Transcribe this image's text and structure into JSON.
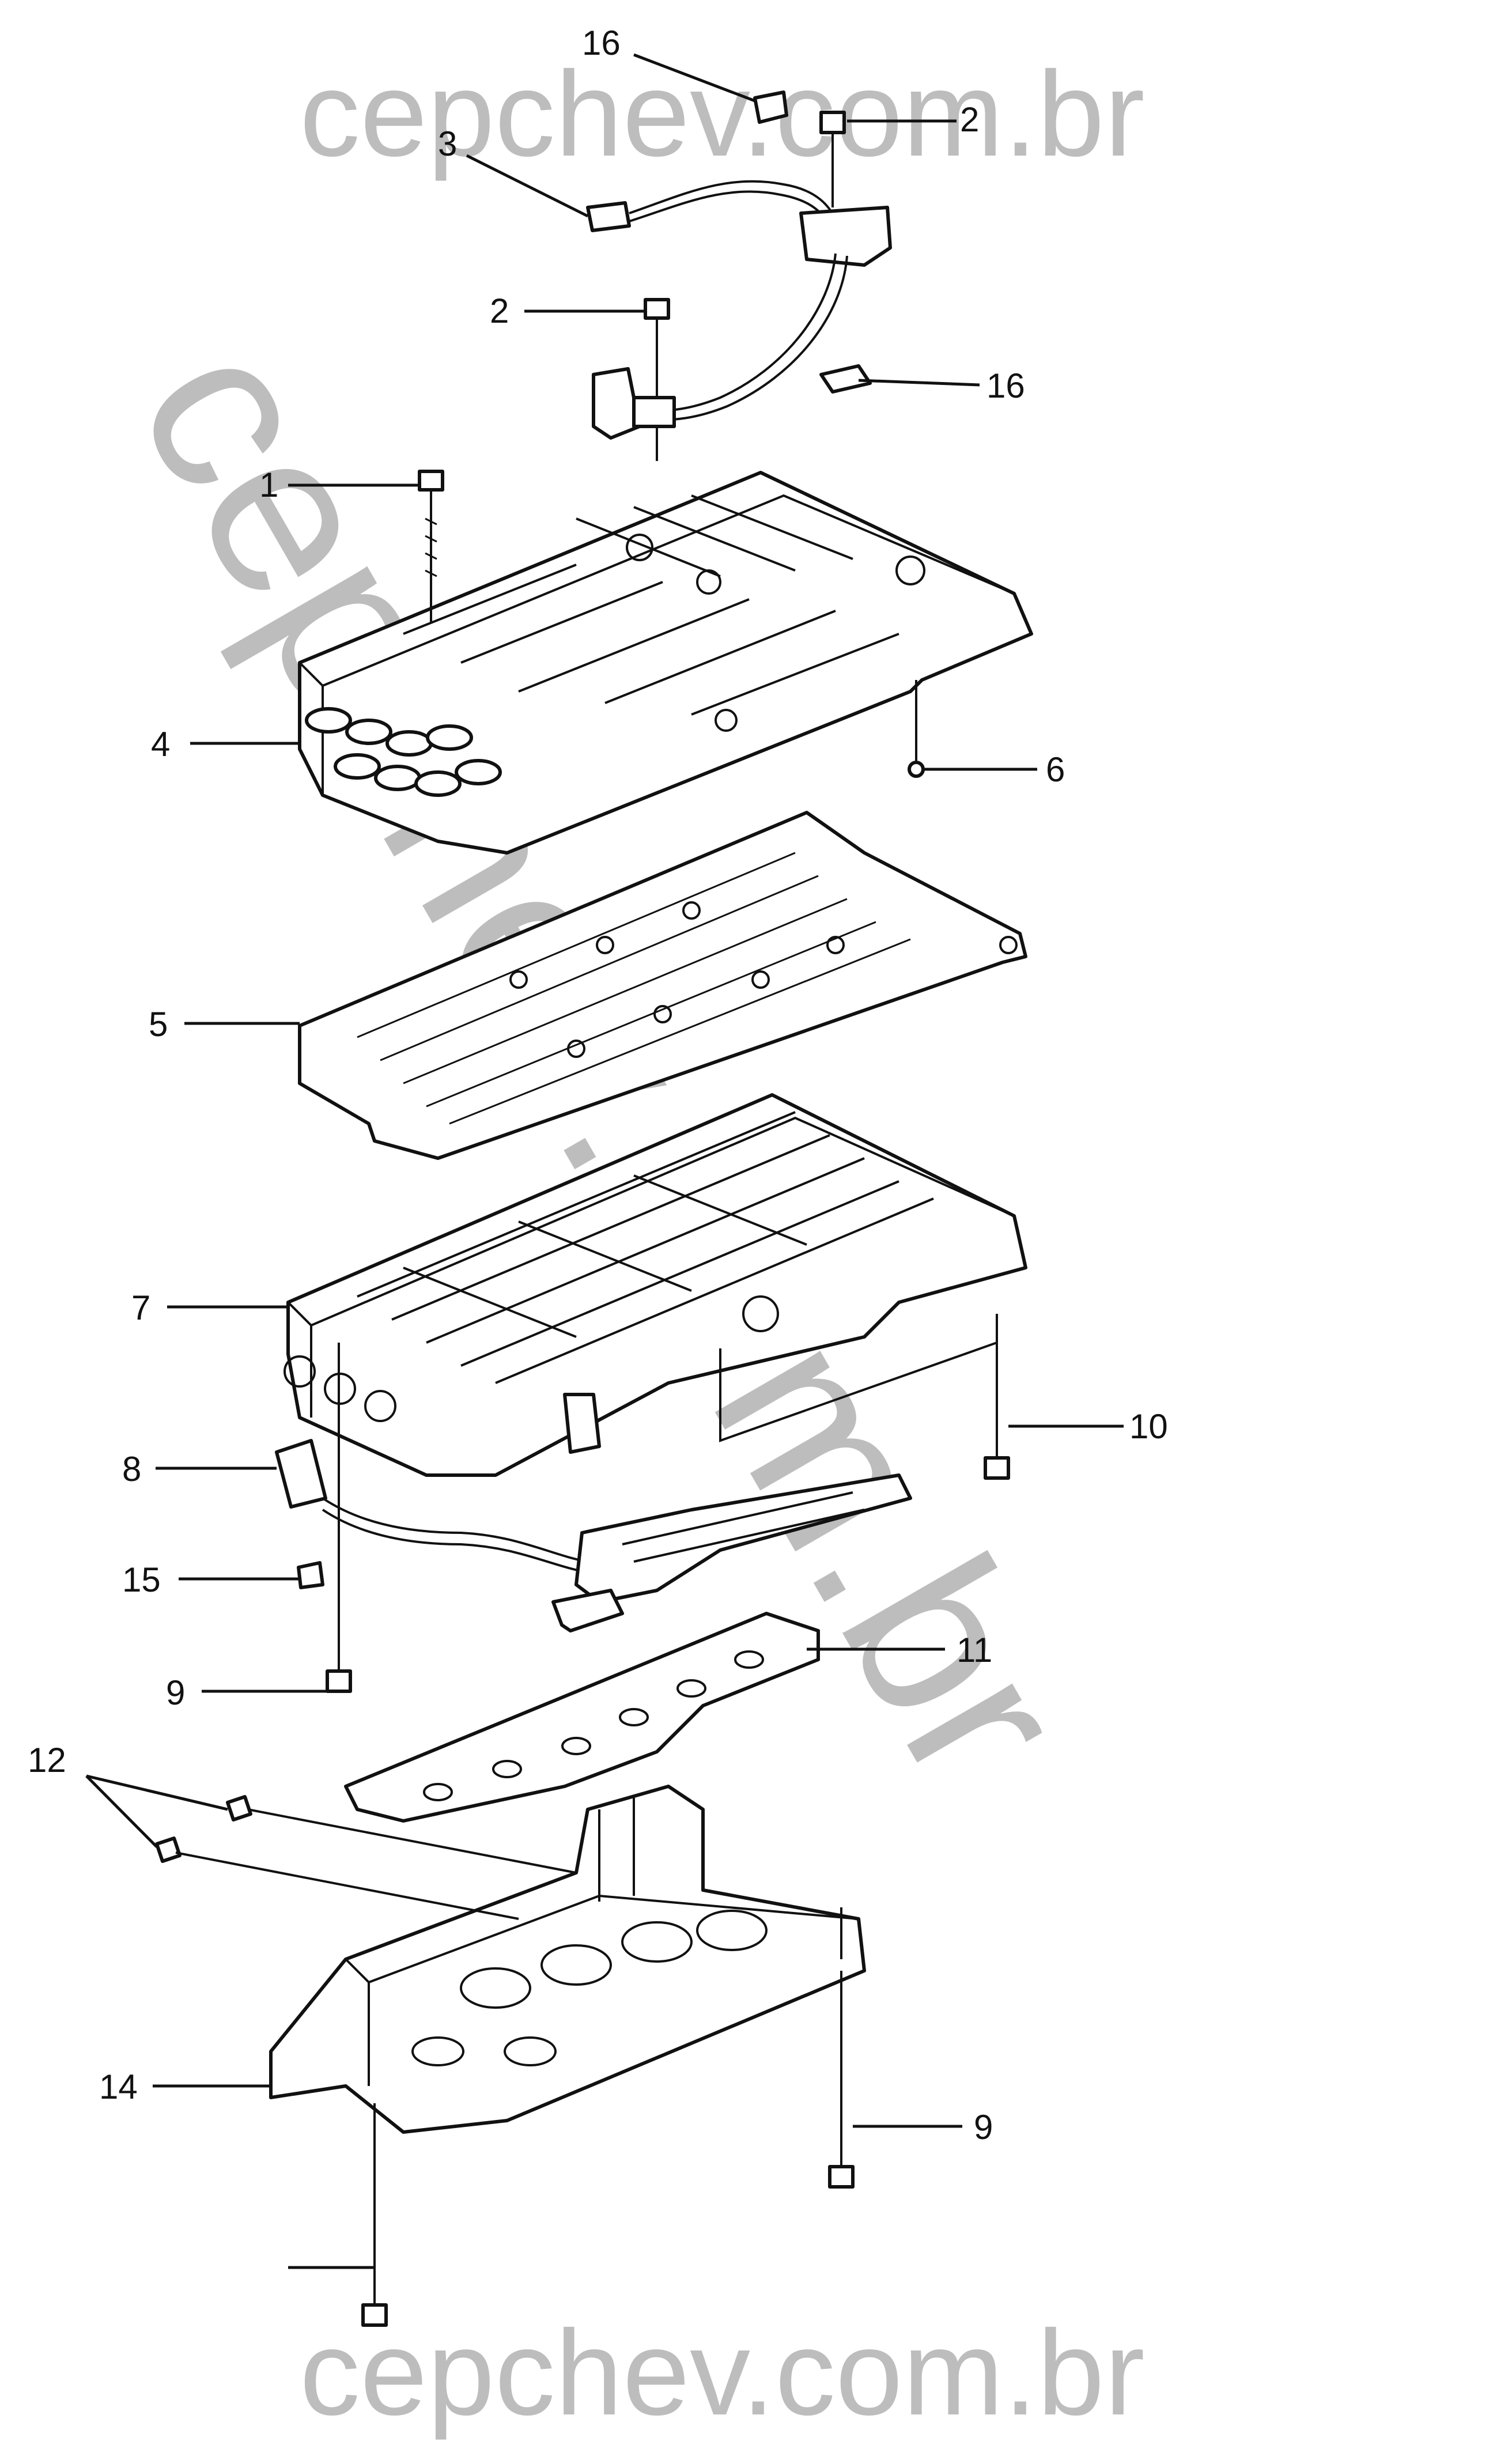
{
  "watermarks": {
    "top": "cepchev.com.br",
    "diagonal": "cepchev.com.br",
    "bottom": "cepchev.com.br"
  },
  "callouts": {
    "c16a": "16",
    "c2a": "2",
    "c3": "3",
    "c2b": "2",
    "c16b": "16",
    "c1": "1",
    "c4": "4",
    "c6": "6",
    "c5": "5",
    "c7": "7",
    "c10": "10",
    "c8": "8",
    "c15": "15",
    "c9a": "9",
    "c11": "11",
    "c12": "12",
    "c14": "14",
    "c9b": "9"
  },
  "colors": {
    "line": "#111111",
    "watermark": "#bdbdbd",
    "background": "#ffffff"
  }
}
